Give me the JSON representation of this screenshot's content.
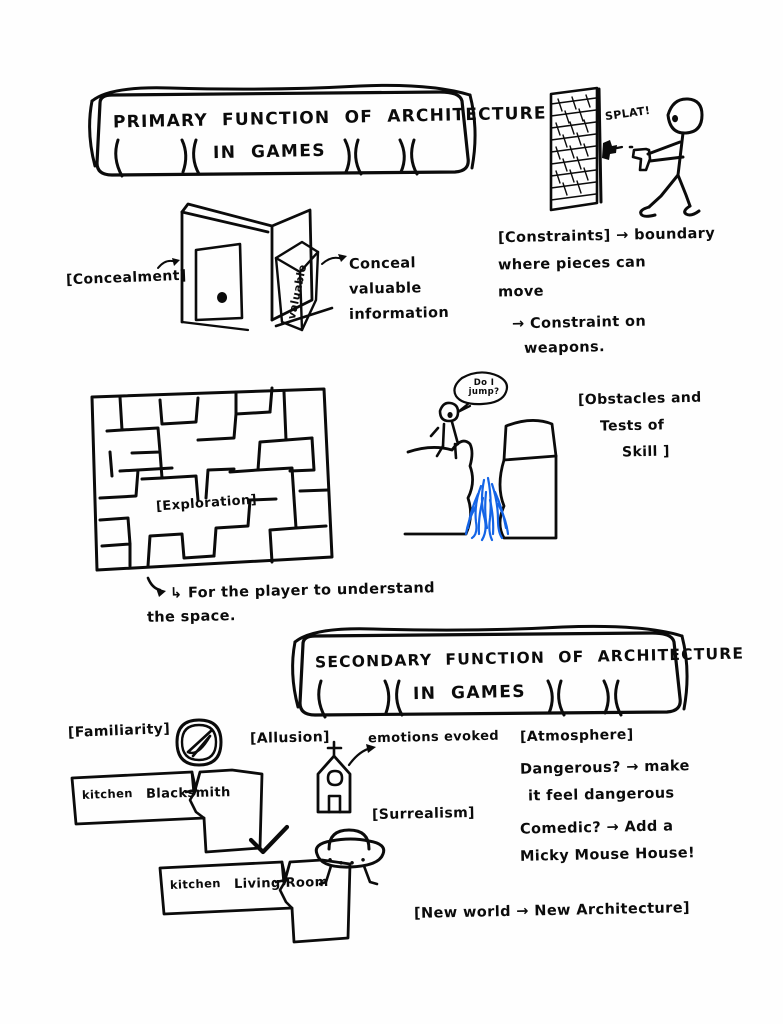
{
  "document": {
    "medium": "hand-drawn ink sketch notes",
    "ink_color": "#0b0b0b",
    "accent_color": "#1464e6",
    "background_color": "#ffffff"
  },
  "banner_primary": {
    "line1": "PRIMARY  FUNCTION  OF  ARCHITECTURE",
    "line2": "IN  GAMES"
  },
  "banner_secondary": {
    "line1": "SECONDARY  FUNCTION  OF  ARCHITECTURE",
    "line2": "IN  GAMES"
  },
  "primary": {
    "splat_sfx": "SPLAT!",
    "concealment": {
      "label": "[Concealment]",
      "box_label": "valuable",
      "note_line1": "Conceal",
      "note_line2": "valuable",
      "note_line3": "information"
    },
    "constraints": {
      "line1": "[Constraints] → boundary",
      "line2": "where pieces can",
      "line3": "move",
      "line4": "→ Constraint on",
      "line5": "weapons."
    },
    "exploration": {
      "label": "[Exploration]",
      "caption_line1": "↳ For the player to understand",
      "caption_line2": "the space."
    },
    "obstacles": {
      "speech": "Do I\njump?",
      "label_line1": "[Obstacles and",
      "label_line2": "Tests of",
      "label_line3": "Skill ]"
    }
  },
  "secondary": {
    "familiarity": {
      "label": "[Familiarity]",
      "plan_a": {
        "room_left": "kitchen",
        "room_right": "Blacksmith"
      },
      "plan_b": {
        "room_left": "kitchen",
        "room_right": "Living Room"
      }
    },
    "allusion": {
      "label": "[Allusion]",
      "note": "emotions evoked"
    },
    "surrealism": {
      "label": "[Surrealism]"
    },
    "atmosphere": {
      "label": "[Atmosphere]",
      "line1": "Dangerous? → make",
      "line2": "it feel dangerous",
      "line3": "Comedic? → Add a",
      "line4": "Micky Mouse House!"
    },
    "new_world": {
      "text": "[New world → New Architecture]"
    }
  }
}
